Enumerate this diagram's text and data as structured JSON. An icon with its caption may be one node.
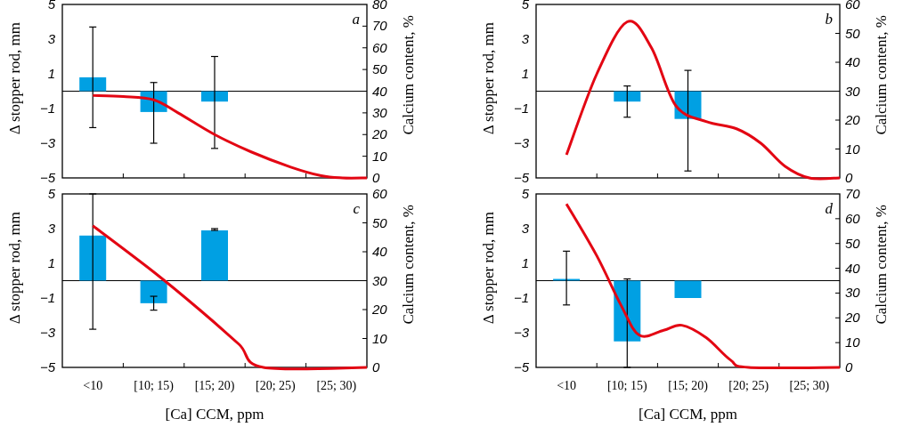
{
  "diagram": {
    "labels": [
      "5",
      "3",
      "1",
      "−1",
      "−3",
      "−5",
      "80",
      "70",
      "60",
      "50",
      "40",
      "30",
      "20",
      "10",
      "0",
      "Δ stopper rod, mm",
      "Calcium content, %",
      "a",
      "5",
      "3",
      "1",
      "−1",
      "−3",
      "−5",
      "60",
      "50",
      "40",
      "30",
      "20",
      "10",
      "0",
      "Δ stopper rod, mm",
      "Calcium content, %",
      "b",
      "5",
      "3",
      "1",
      "−1",
      "−3",
      "−5",
      "60",
      "50",
      "40",
      "30",
      "20",
      "10",
      "0",
      "Δ stopper rod, mm",
      "Calcium content, %",
      "c",
      "5",
      "3",
      "1",
      "−1",
      "−3",
      "−5",
      "70",
      "60",
      "50",
      "40",
      "30",
      "20",
      "10",
      "0",
      "Δ stopper rod, mm",
      "Calcium content, %",
      "d",
      "<10",
      "[10; 15)",
      "[15; 20)",
      "[20; 25)",
      "[25; 30)",
      "[Ca] CCM, ppm",
      "<10",
      "[10; 15)",
      "[15; 20)",
      "[20; 25)",
      "[25; 30)",
      "[Ca] CCM, ppm"
    ]
  }
}
